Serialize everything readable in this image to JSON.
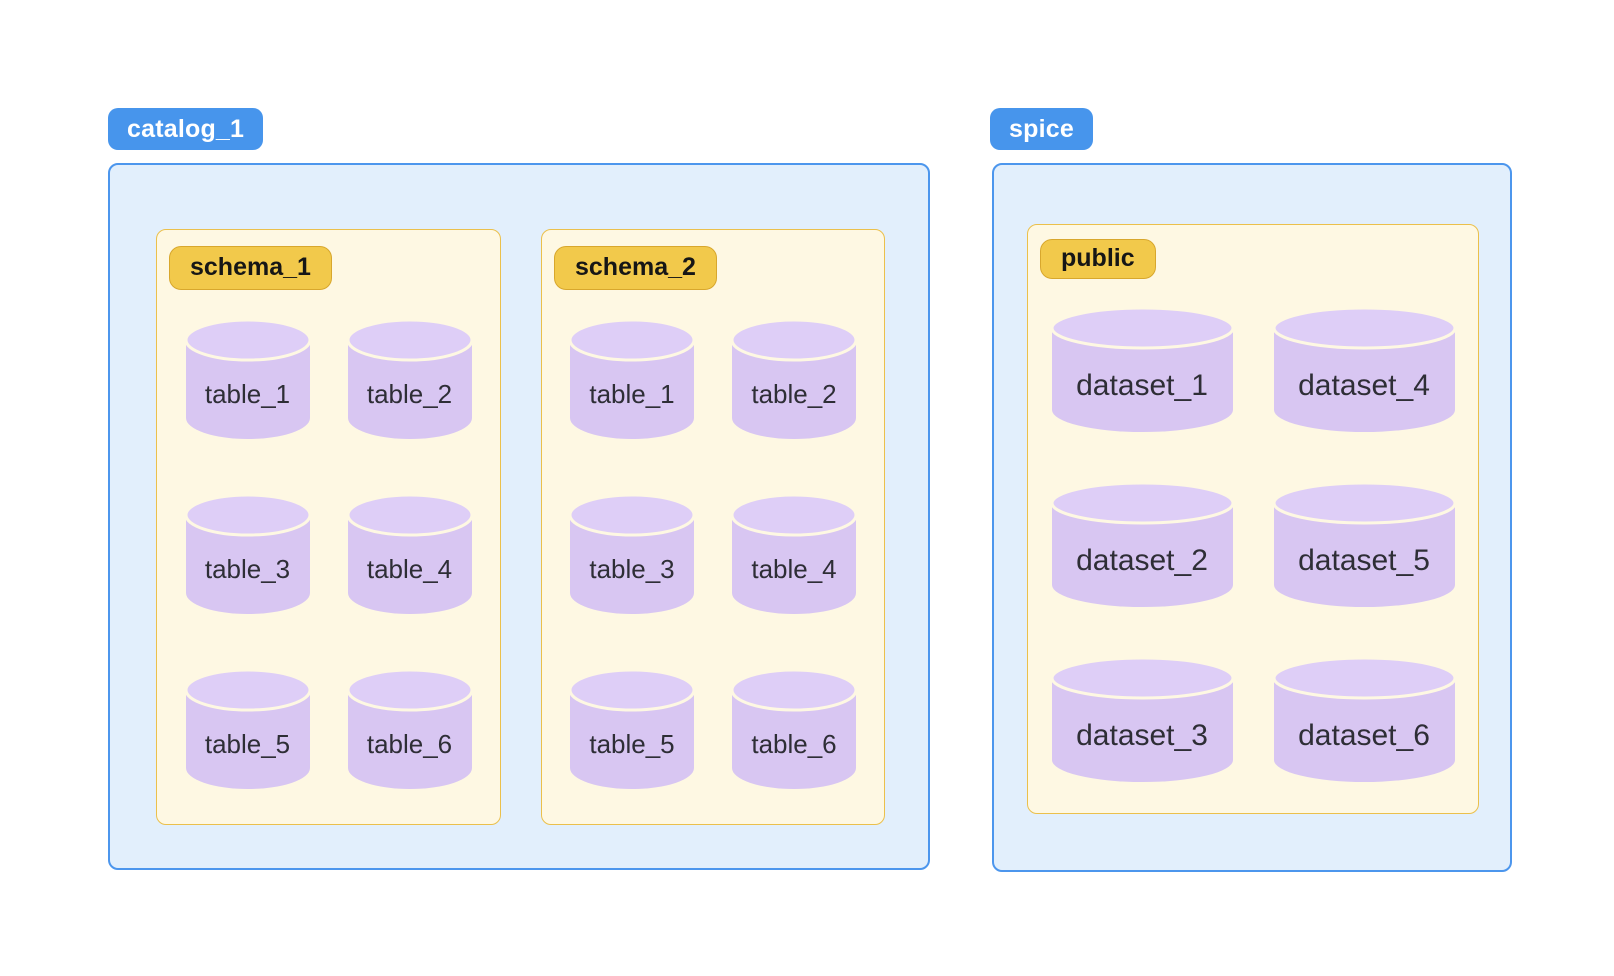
{
  "diagram": {
    "groups": [
      {
        "badge": "catalog_1",
        "panels": [
          {
            "badge": "schema_1",
            "item_type": "table",
            "grid_columns": 2,
            "items": [
              "table_1",
              "table_2",
              "table_3",
              "table_4",
              "table_5",
              "table_6"
            ]
          },
          {
            "badge": "schema_2",
            "item_type": "table",
            "grid_columns": 2,
            "items": [
              "table_1",
              "table_2",
              "table_3",
              "table_4",
              "table_5",
              "table_6"
            ]
          }
        ]
      },
      {
        "badge": "spice",
        "panels": [
          {
            "badge": "public",
            "item_type": "dataset",
            "grid_columns": 2,
            "items": [
              "dataset_1",
              "dataset_4",
              "dataset_2",
              "dataset_5",
              "dataset_3",
              "dataset_6"
            ]
          }
        ]
      }
    ]
  },
  "colors": {
    "badge_blue_bg": "#4795EC",
    "badge_blue_text": "#FFFFFF",
    "box_blue_bg": "#E2EFFC",
    "box_blue_border": "#4C96ED",
    "cream_bg": "#FEF8E3",
    "cream_border": "#EBC04B",
    "badge_yellow_bg": "#F2C94B",
    "badge_yellow_border": "#D8A72D",
    "badge_yellow_text": "#161616",
    "cylinder_body": "#D8C6F2",
    "cylinder_top": "#DECEF7",
    "label_text": "#2E2E36"
  }
}
